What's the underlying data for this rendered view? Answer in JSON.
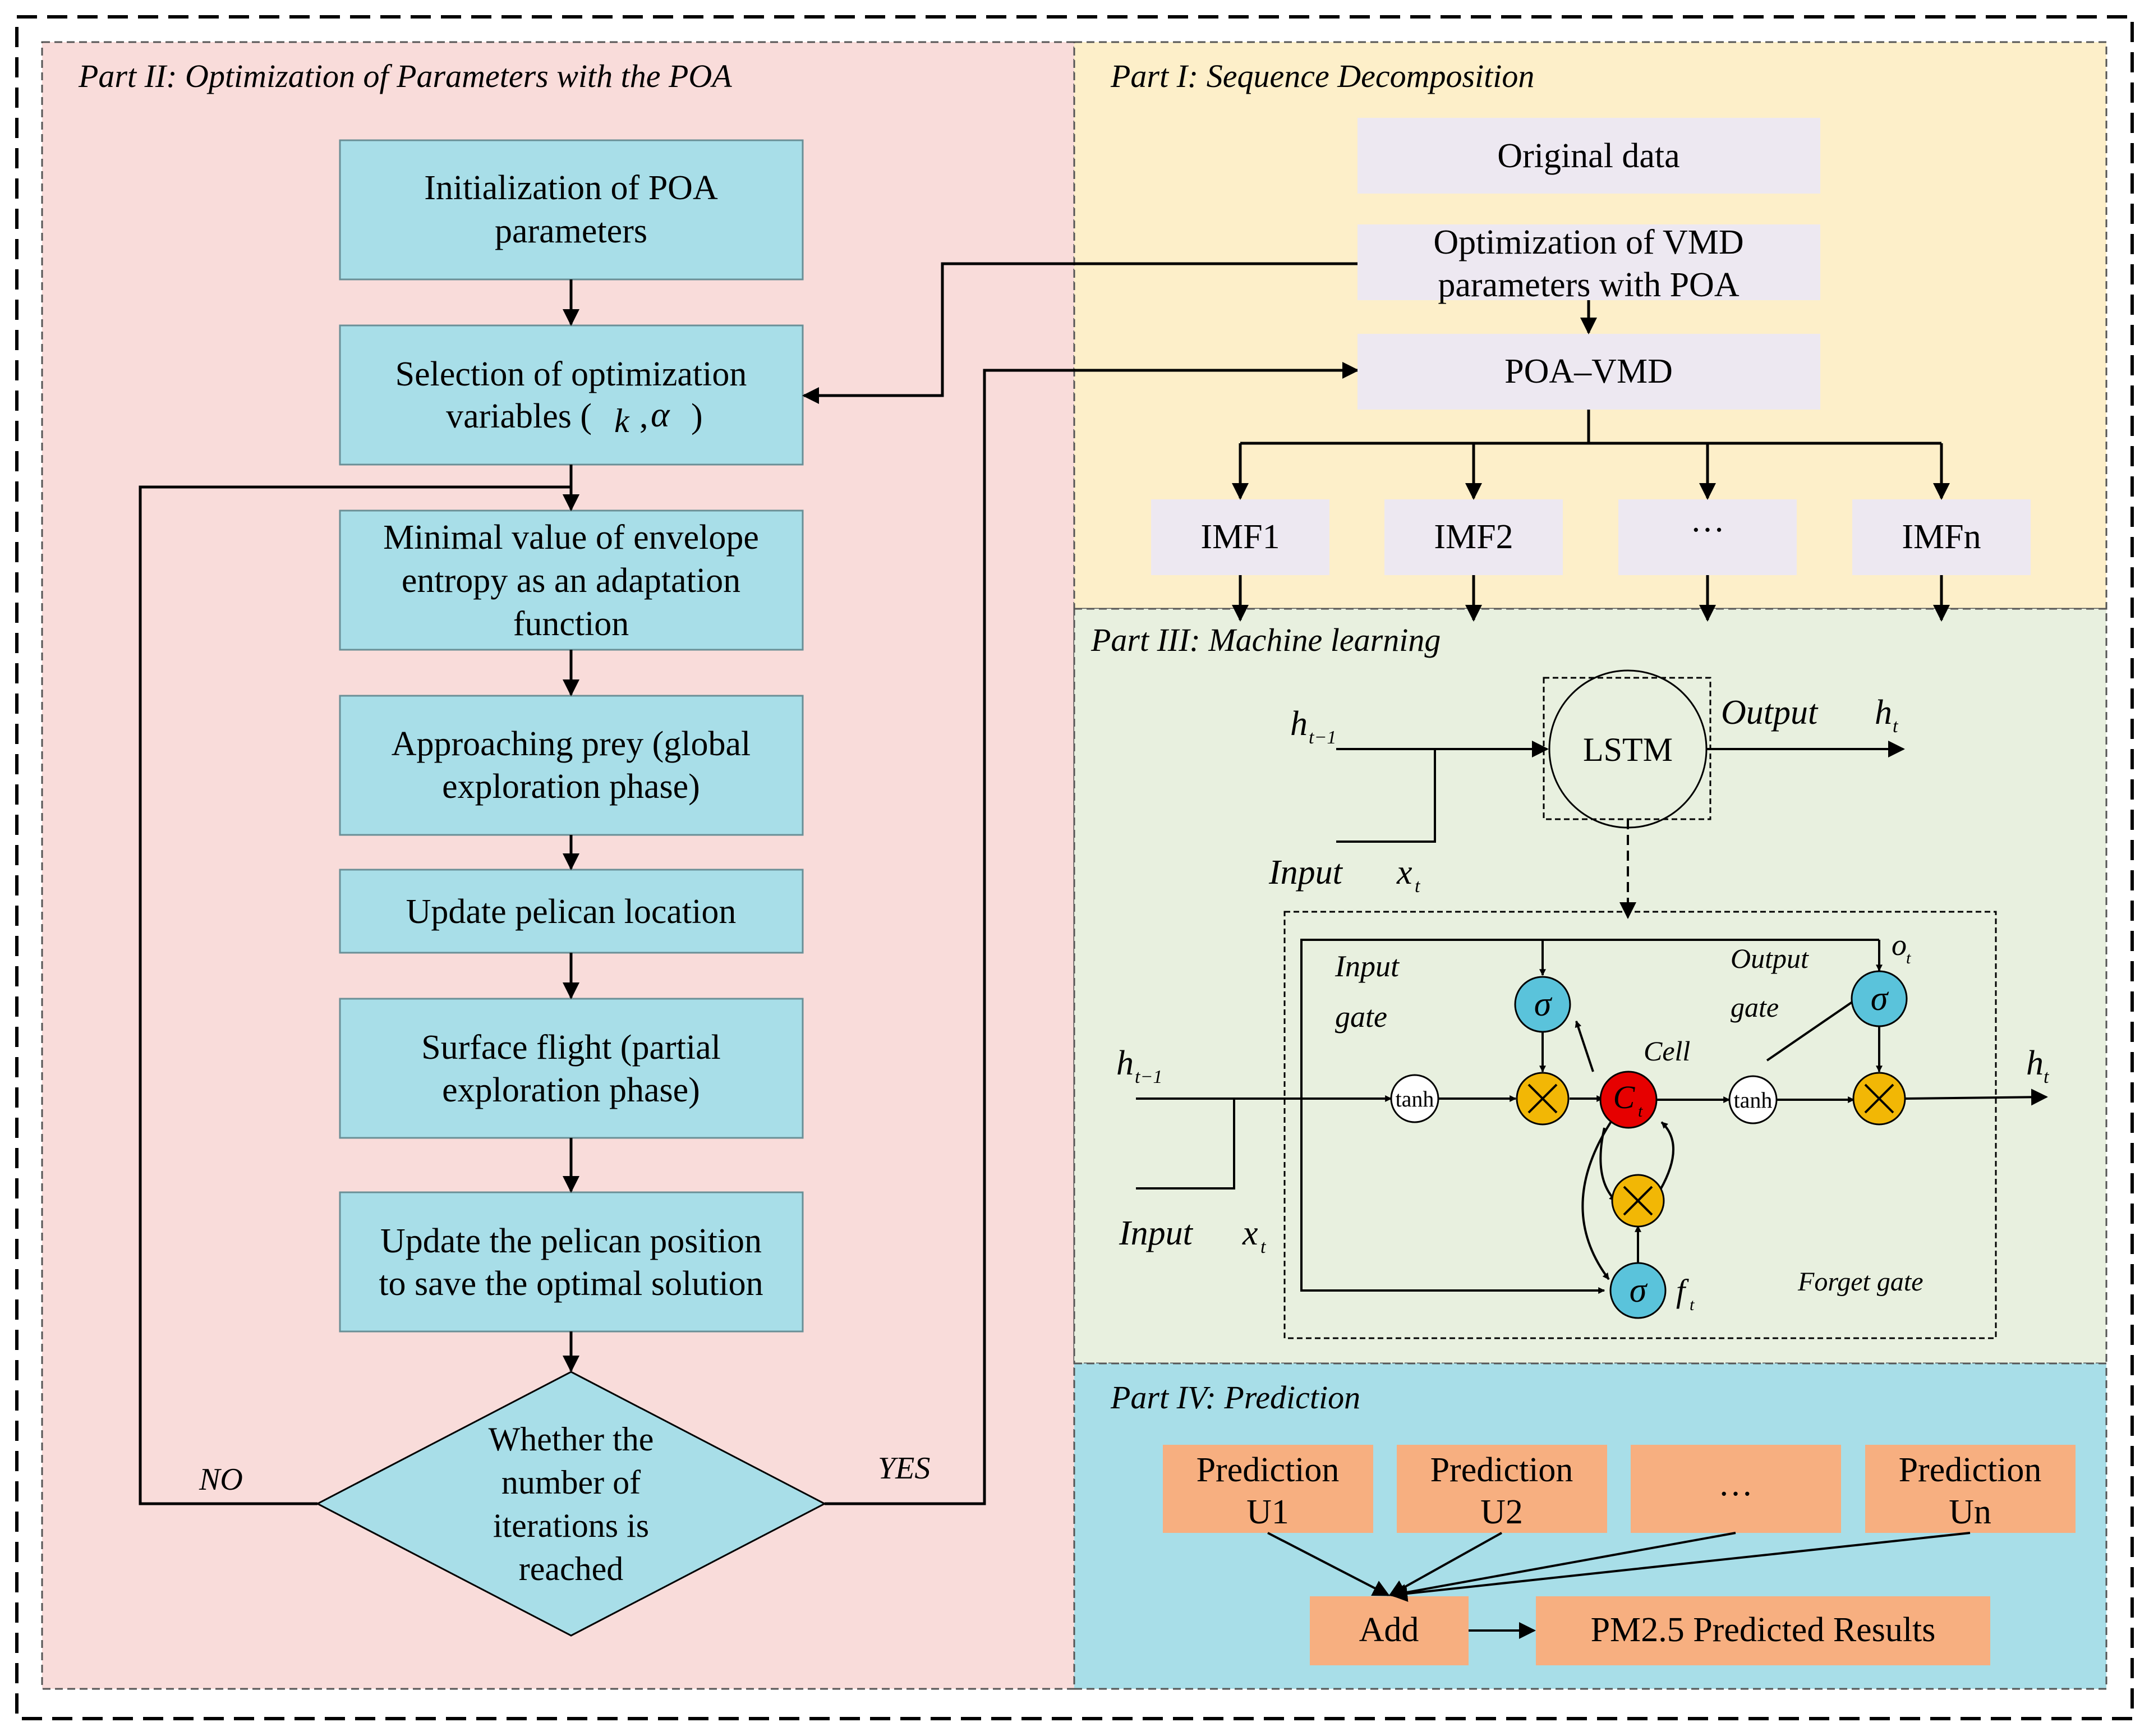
{
  "colors": {
    "part2_bg": "#F9DCDA",
    "part1_bg": "#FDEFC9",
    "part3_bg": "#E8F0DF",
    "part4_bg": "#A8DEE8",
    "flow_box": "#A8DEE8",
    "decomp_box": "#EDE8F1",
    "pred_box": "#F7AF80",
    "gate_blue": "#5AC3DB",
    "cell_red": "#E60000",
    "mult_yellow": "#F2B705"
  },
  "part2": {
    "title": "Part II: Optimization of Parameters with the POA",
    "step1_line1": "Initialization of POA",
    "step1_line2": "parameters",
    "step2_line1": "Selection of optimization",
    "step2_line2": "variables (",
    "step2_k": "k",
    "step2_comma": ",",
    "step2_alpha": "α",
    "step2_close": ")",
    "step3_line1": "Minimal value of envelope",
    "step3_line2": "entropy as an adaptation",
    "step3_line3": "function",
    "step4_line1": "Approaching prey (global",
    "step4_line2": "exploration phase)",
    "step5": "Update pelican location",
    "step6_line1": "Surface flight (partial",
    "step6_line2": "exploration phase)",
    "step7_line1": "Update the pelican position",
    "step7_line2": "to save the optimal solution",
    "decision_line1": "Whether the",
    "decision_line2": "number of",
    "decision_line3": "iterations is",
    "decision_line4": "reached",
    "no_label": "NO",
    "yes_label": "YES"
  },
  "part1": {
    "title": "Part I: Sequence Decomposition",
    "original": "Original data",
    "opt_line1": "Optimization of VMD",
    "opt_line2": "parameters with POA",
    "poa_vmd": "POA–VMD",
    "imfs": [
      "IMF1",
      "IMF2",
      "···",
      "IMFn"
    ]
  },
  "part3": {
    "title": "Part III: Machine learning",
    "h": "h",
    "sub_t_minus_1": "t−1",
    "sub_t": "t",
    "x": "x",
    "input": "Input",
    "lstm": "LSTM",
    "output": "Output",
    "input_gate_1": "Input",
    "input_gate_2": "gate",
    "output_gate_1": "Output",
    "output_gate_2": "gate",
    "forget_gate": "Forget   gate",
    "cell": "Cell",
    "sigma": "σ",
    "tanh": "tanh",
    "C": "C",
    "o": "o",
    "f": "f"
  },
  "part4": {
    "title": "Part IV:  Prediction",
    "pred_label": "Prediction",
    "preds": [
      "U1",
      "U2"
    ],
    "ellipsis": "…",
    "pred_n": "Un",
    "add": "Add",
    "result": "PM2.5 Predicted Results"
  }
}
